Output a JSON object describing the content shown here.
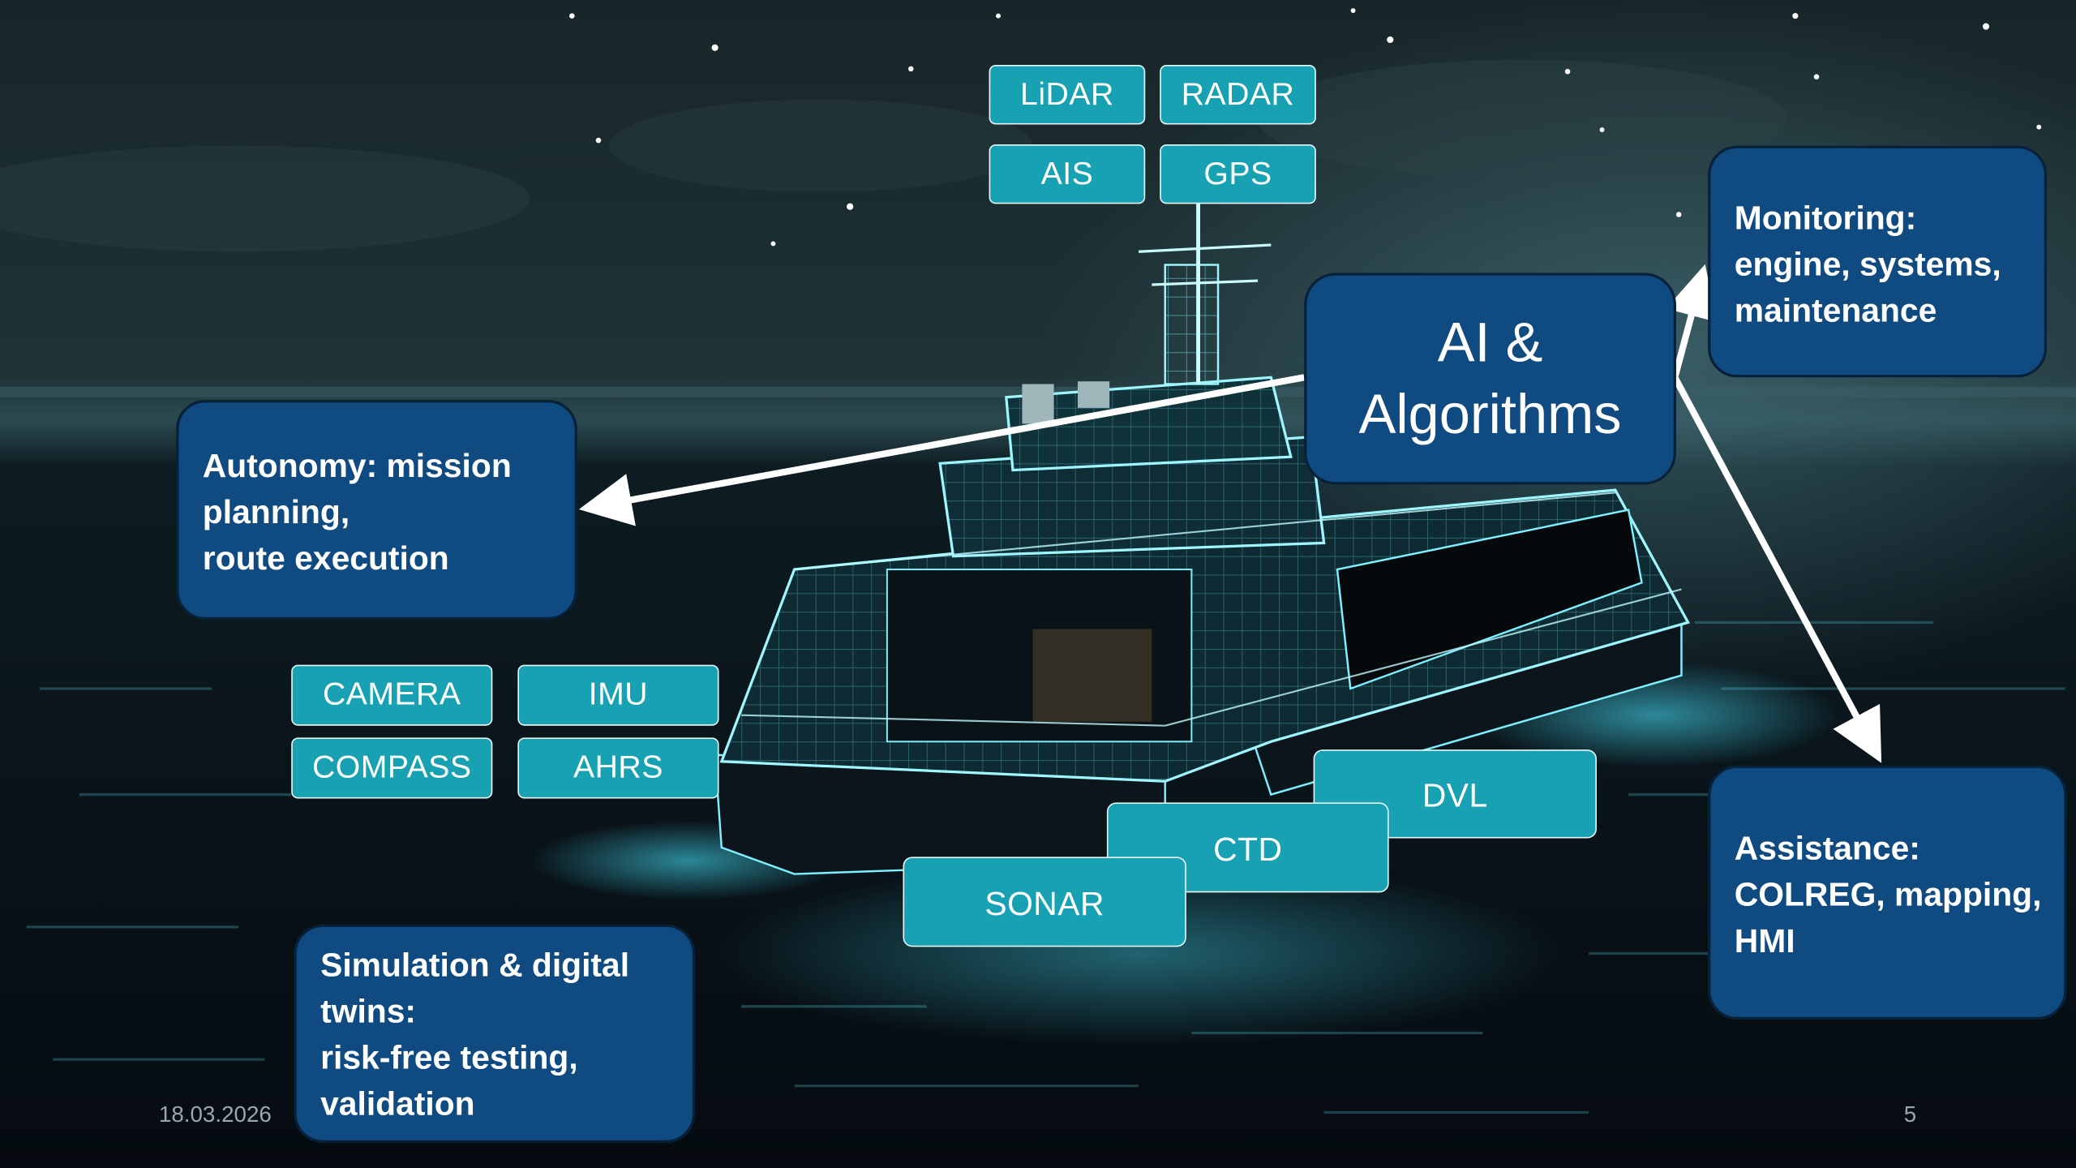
{
  "slide": {
    "date": "18.03.2026",
    "page_number": "5"
  },
  "sensors_top": [
    "LiDAR",
    "RADAR",
    "AIS",
    "GPS"
  ],
  "sensors_left": [
    "CAMERA",
    "IMU",
    "COMPASS",
    "AHRS"
  ],
  "sensors_bottom": [
    "DVL",
    "CTD",
    "SONAR"
  ],
  "center": {
    "label": "AI &\nAlgorithms"
  },
  "panels": {
    "autonomy": "Autonomy: mission\nplanning,\nroute execution",
    "monitoring": "Monitoring:\nengine, systems,\nmaintenance",
    "assistance": "Assistance:\nCOLREG, mapping,\nHMI",
    "simulation": "Simulation & digital\ntwins:\nrisk-free testing,\nvalidation"
  },
  "colors": {
    "sensor_fill": "#17a1b3",
    "panel_fill": "#0f4a80",
    "arrow": "#ffffff",
    "hologram": "#7ff0ff"
  }
}
